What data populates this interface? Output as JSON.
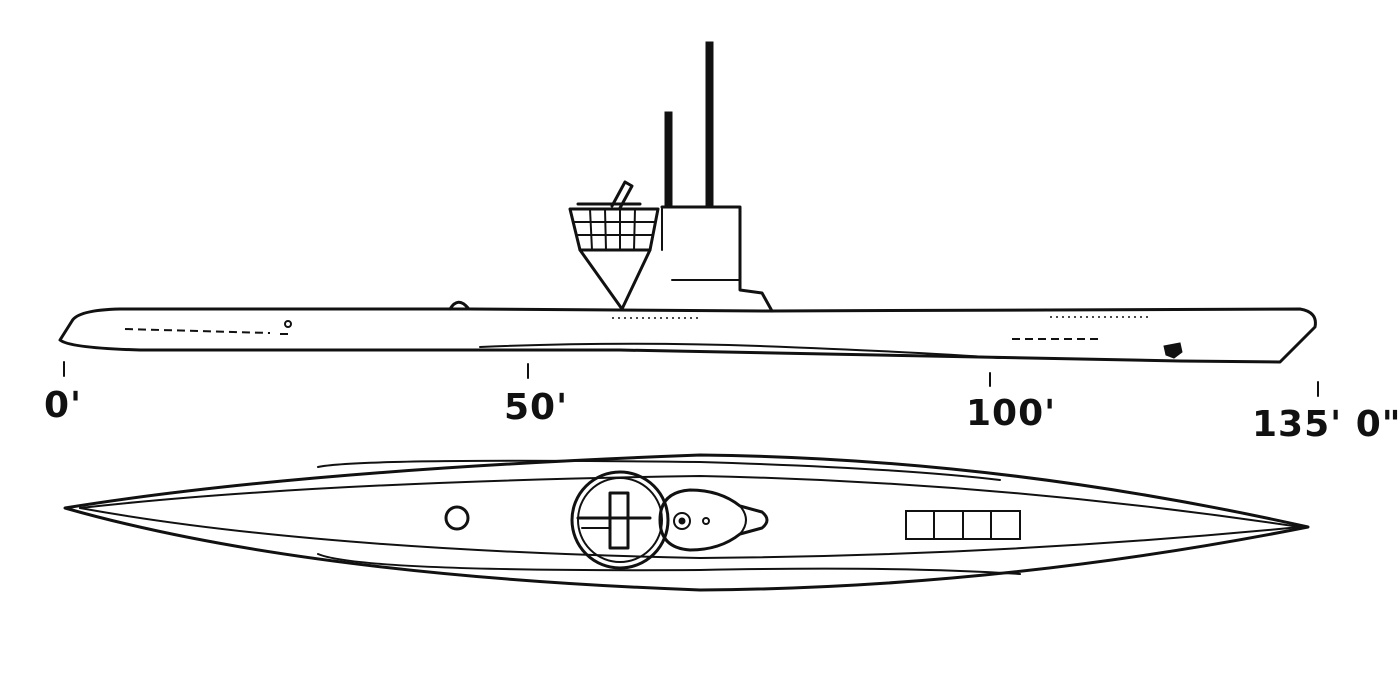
{
  "scale": {
    "labels": [
      {
        "id": "zero",
        "text": "0'"
      },
      {
        "id": "fifty",
        "text": "50'"
      },
      {
        "id": "hundred",
        "text": "100'"
      },
      {
        "id": "full",
        "text": "135' 0\""
      }
    ]
  }
}
